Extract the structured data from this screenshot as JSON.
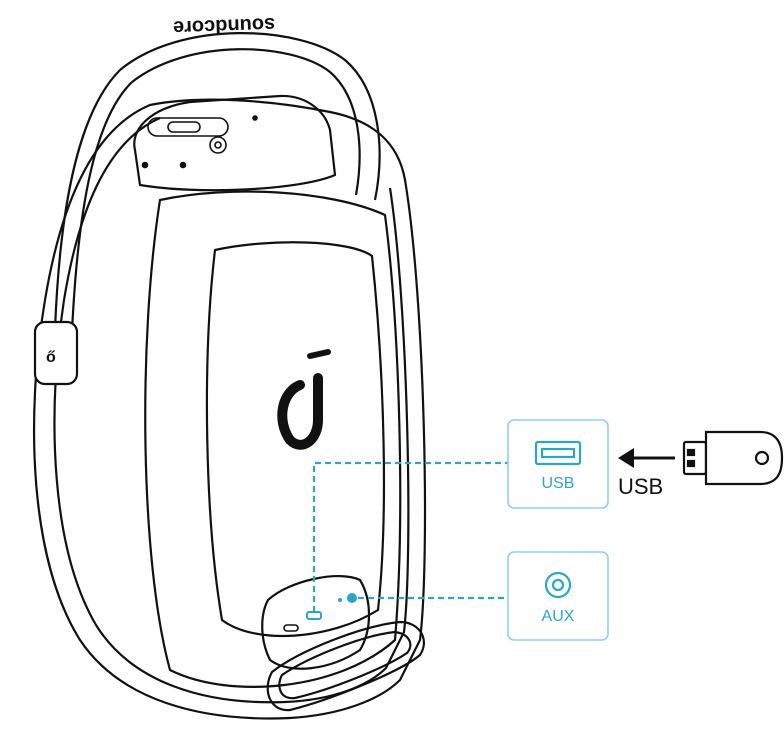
{
  "brand": {
    "wordmark": "soundcore"
  },
  "ports": {
    "usb_label": "USB",
    "aux_label": "AUX"
  },
  "connector": {
    "arrow_label": "USB"
  },
  "colors": {
    "accent": "#2aa6c9",
    "line": "#111111",
    "box_border": "#8fd0e6",
    "background": "#ffffff"
  },
  "icons": {
    "usb_port": "usb-port-icon",
    "aux_jack": "aux-jack-icon",
    "usb_drive": "usb-drive-icon",
    "power_button": "power-button-icon",
    "brand_logo": "soundcore-logo-icon"
  }
}
